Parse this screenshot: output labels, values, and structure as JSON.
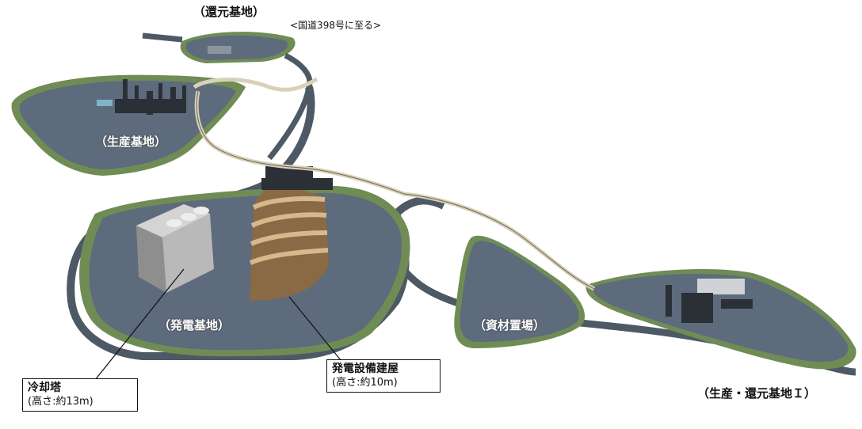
{
  "labels": {
    "reduction_base": "（還元基地）",
    "route_note": "<国道398号に至る>",
    "production_base": "（生産基地）",
    "power_base": "（発電基地）",
    "materials_yard": "（資材置場）",
    "production_reduction_base": "（生産・還元基地Ｉ）"
  },
  "callouts": {
    "cooling_tower": {
      "title": "冷却塔",
      "sub": "(高さ:約13m)"
    },
    "power_building": {
      "title": "発電設備建屋",
      "sub": "(高さ:約10m)"
    }
  },
  "colors": {
    "pad": "#5d6b7c",
    "pad_edge": "#3f4a57",
    "grass": "#6f8c55",
    "road": "#4e5966",
    "pipeline": "#d8d0b8",
    "building": "#8a6a45",
    "tower": "#9a9a9a"
  }
}
